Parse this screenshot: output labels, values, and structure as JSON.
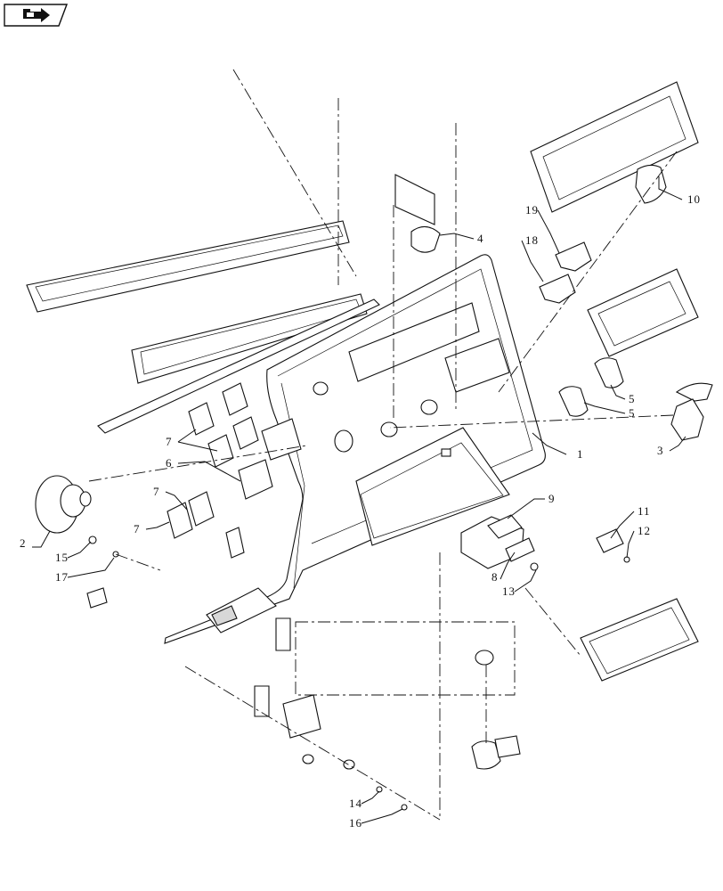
{
  "nav_icon": "next-page-arrow-icon",
  "colors": {
    "line": "#111111",
    "background": "#ffffff",
    "shade": "#d8d8d8"
  },
  "callouts": [
    {
      "id": "c1",
      "label": "1"
    },
    {
      "id": "c2",
      "label": "2"
    },
    {
      "id": "c3",
      "label": "3"
    },
    {
      "id": "c4",
      "label": "4"
    },
    {
      "id": "c5a",
      "label": "5"
    },
    {
      "id": "c5b",
      "label": "5"
    },
    {
      "id": "c6",
      "label": "6"
    },
    {
      "id": "c7a",
      "label": "7"
    },
    {
      "id": "c7b",
      "label": "7"
    },
    {
      "id": "c7c",
      "label": "7"
    },
    {
      "id": "c8",
      "label": "8"
    },
    {
      "id": "c9",
      "label": "9"
    },
    {
      "id": "c10",
      "label": "10"
    },
    {
      "id": "c11",
      "label": "11"
    },
    {
      "id": "c12",
      "label": "12"
    },
    {
      "id": "c13",
      "label": "13"
    },
    {
      "id": "c14",
      "label": "14"
    },
    {
      "id": "c15",
      "label": "15"
    },
    {
      "id": "c16",
      "label": "16"
    },
    {
      "id": "c17",
      "label": "17"
    },
    {
      "id": "c18",
      "label": "18"
    },
    {
      "id": "c19",
      "label": "19"
    }
  ]
}
